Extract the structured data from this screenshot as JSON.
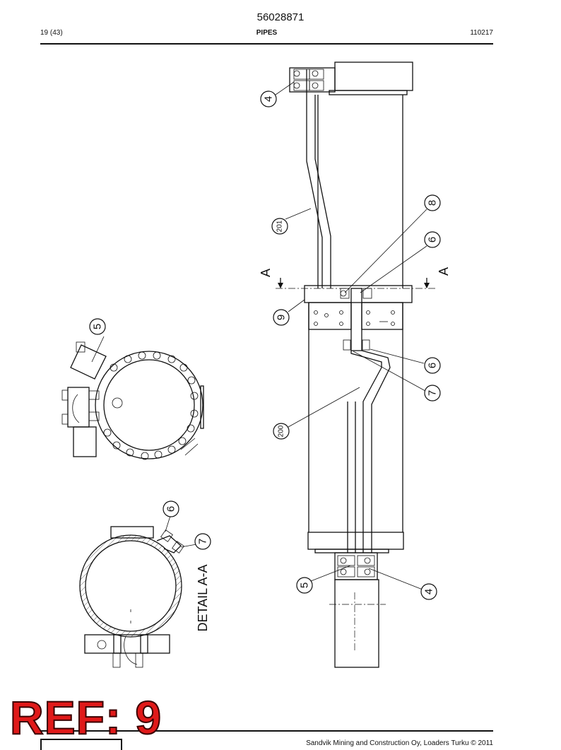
{
  "header": {
    "doc_number": "56028871",
    "page": "19 (43)",
    "section": "PIPES",
    "date_code": "110217"
  },
  "callouts": {
    "c4_top": "4",
    "c201": "201",
    "c8": "8",
    "c6_right": "6",
    "c9": "9",
    "c6_lower": "6",
    "c7_right": "7",
    "c200": "200",
    "c5_bottom": "5",
    "c4_bottom": "4",
    "c5_left": "5",
    "c6_detail": "6",
    "c7_detail": "7"
  },
  "section_marks": {
    "left": "A",
    "right": "A"
  },
  "detail_label": "DETAIL  A-A",
  "ref_stamp": "REF: 9",
  "footer": {
    "copyright": "Sandvik Mining and Construction Oy, Loaders Turku © 2011"
  }
}
